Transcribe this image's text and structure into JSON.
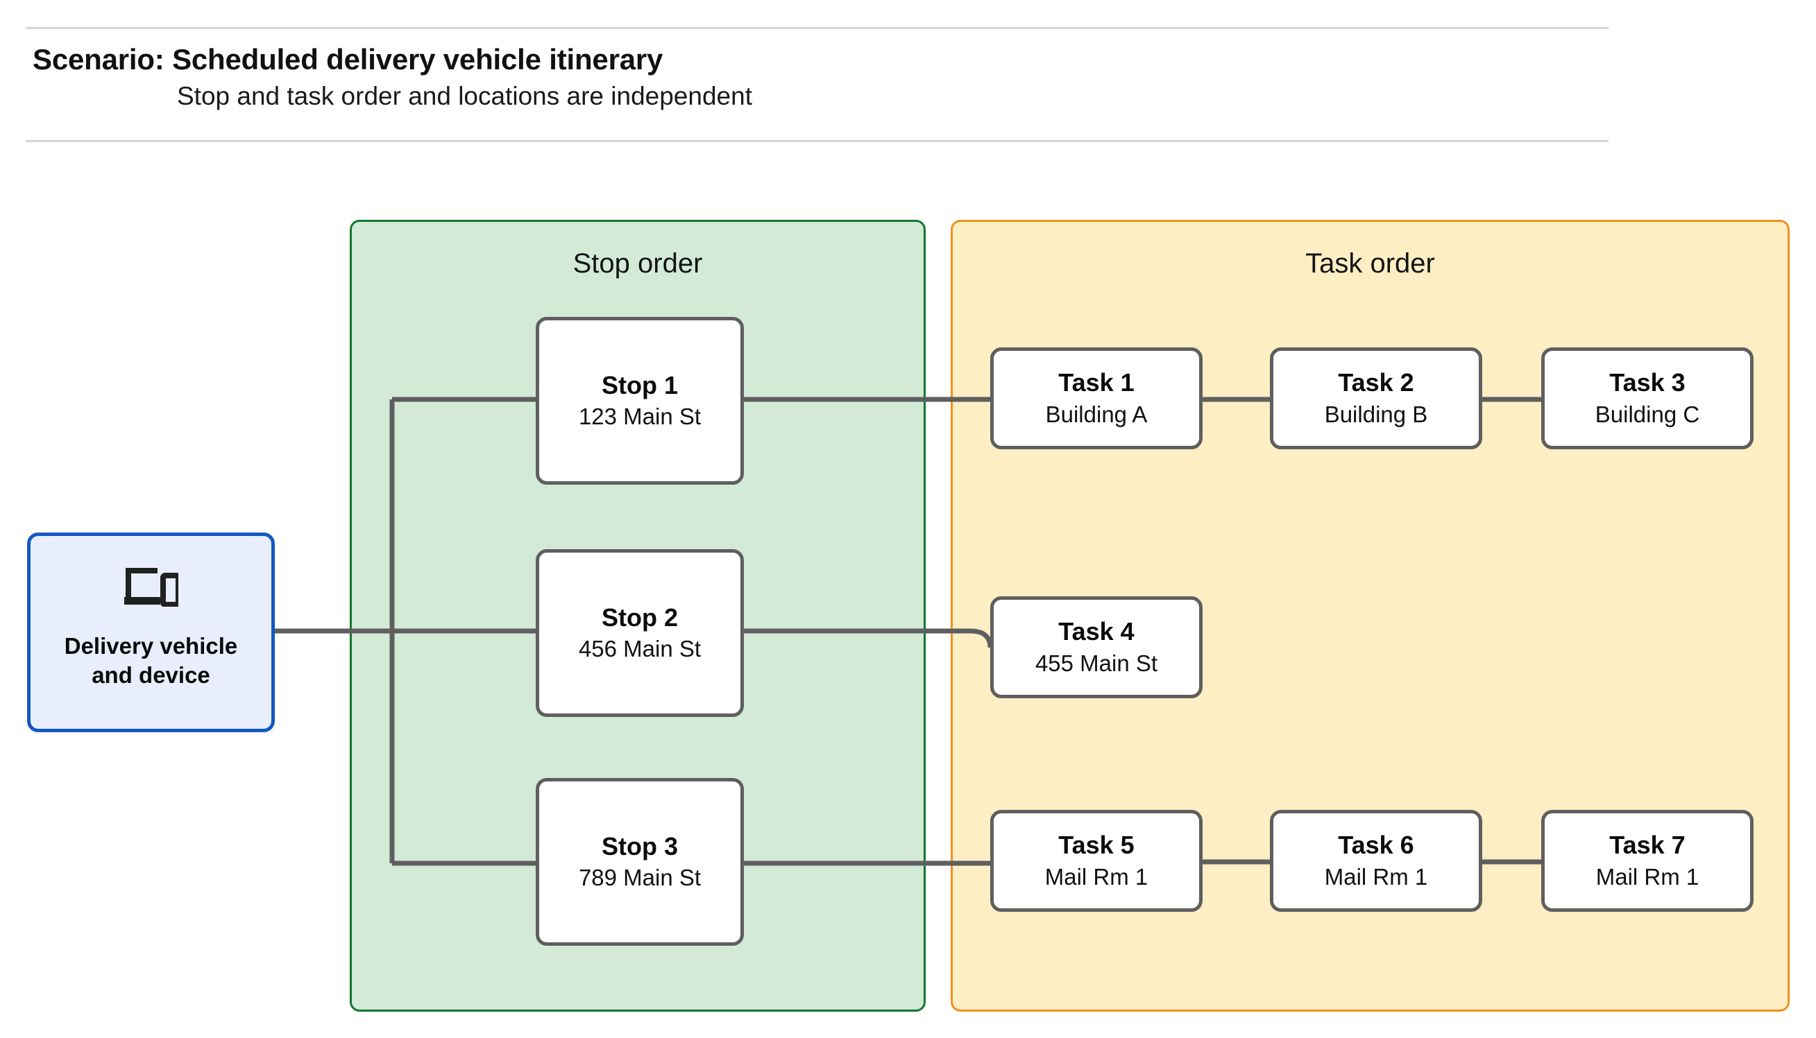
{
  "header": {
    "title": "Scenario: Scheduled delivery vehicle itinerary",
    "subtitle": "Stop and task order and locations are independent"
  },
  "colors": {
    "stop_panel_fill": "#d3ead7",
    "stop_panel_border": "#11772f",
    "task_panel_fill": "#fdeec4",
    "task_panel_border": "#f2901c",
    "vehicle_fill": "#e8eefb",
    "vehicle_border": "#1559c0",
    "node_border": "#5f5f5f",
    "edge": "#5f5f5f",
    "rule": "#d6d6d6"
  },
  "vehicle": {
    "icon": "devices-icon",
    "label": "Delivery vehicle\nand device"
  },
  "stop_group": {
    "title": "Stop order",
    "nodes": [
      {
        "title": "Stop 1",
        "subtitle": "123 Main St"
      },
      {
        "title": "Stop 2",
        "subtitle": "456 Main St"
      },
      {
        "title": "Stop 3",
        "subtitle": "789 Main St"
      }
    ]
  },
  "task_group": {
    "title": "Task order",
    "nodes": [
      {
        "title": "Task 1",
        "subtitle": "Building A"
      },
      {
        "title": "Task 2",
        "subtitle": "Building B"
      },
      {
        "title": "Task 3",
        "subtitle": "Building C"
      },
      {
        "title": "Task 4",
        "subtitle": "455 Main St"
      },
      {
        "title": "Task 5",
        "subtitle": "Mail Rm 1"
      },
      {
        "title": "Task 6",
        "subtitle": "Mail Rm 1"
      },
      {
        "title": "Task 7",
        "subtitle": "Mail Rm 1"
      }
    ]
  }
}
